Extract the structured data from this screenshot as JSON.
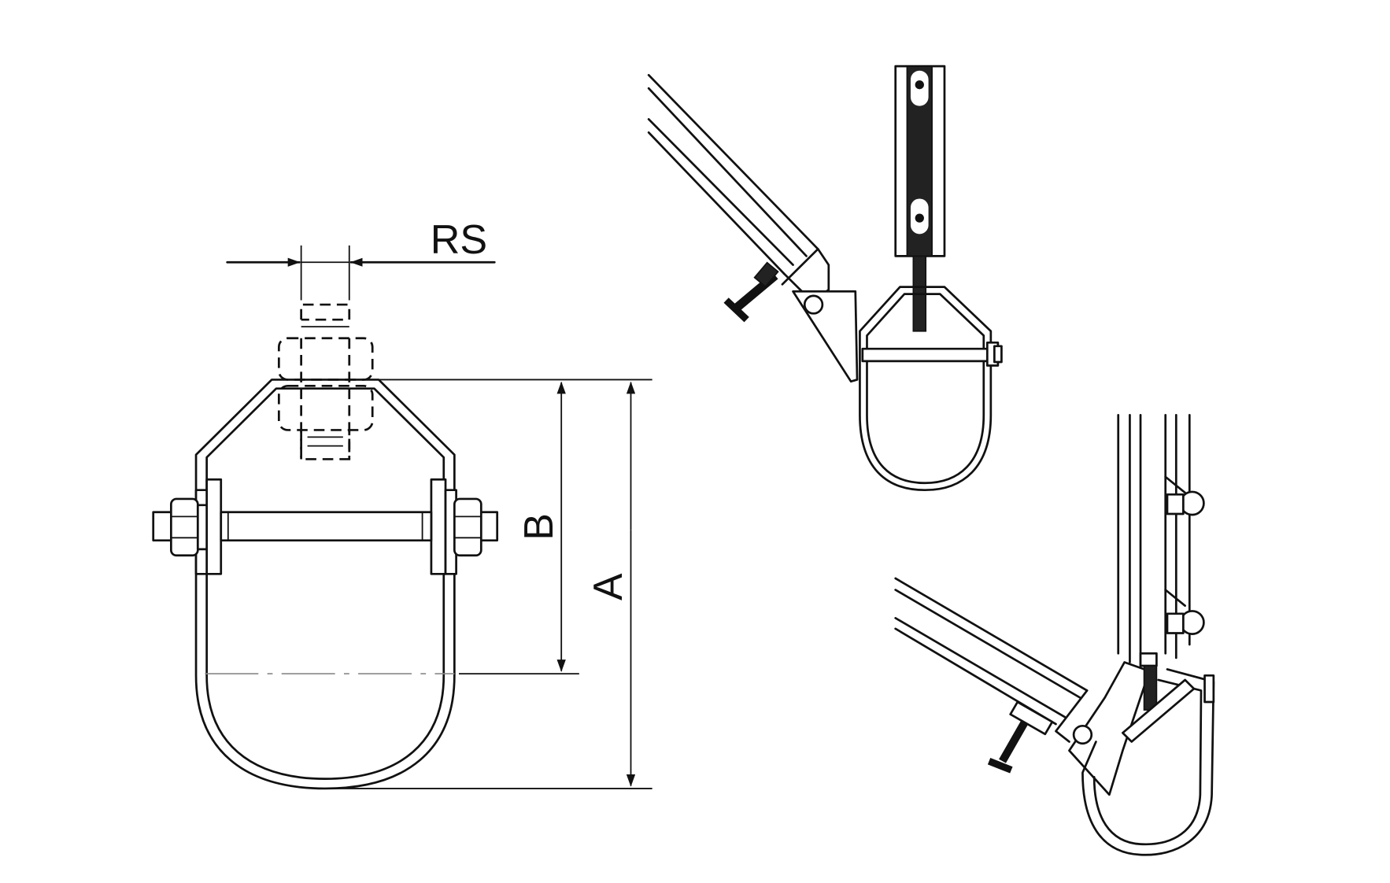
{
  "drawing": {
    "labels": {
      "rod_size": "RS",
      "dim_b": "B",
      "dim_a": "A"
    },
    "colors": {
      "line": "#111111",
      "background": "#ffffff"
    }
  }
}
